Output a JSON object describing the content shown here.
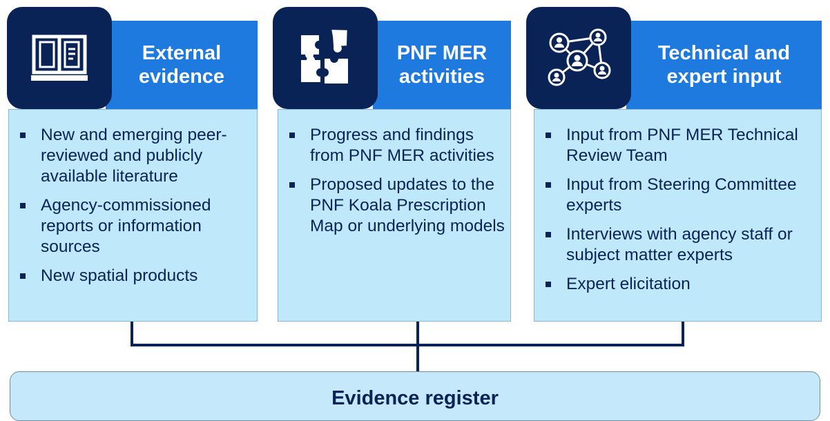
{
  "cards": [
    {
      "title_lines": [
        "External",
        "evidence"
      ],
      "icon": "open-book-icon",
      "items": [
        "New and emerging peer-reviewed and publicly available literature",
        "Agency-commissioned reports or information sources",
        "New spatial products"
      ]
    },
    {
      "title_lines": [
        "PNF MER",
        "activities"
      ],
      "icon": "puzzle-pieces-icon",
      "items": [
        "Progress and findings from PNF MER activities",
        "Proposed updates to the PNF Koala Prescription Map or underlying models"
      ]
    },
    {
      "title_lines": [
        "Technical and",
        "expert input"
      ],
      "icon": "people-network-icon",
      "items": [
        "Input from PNF MER Technical Review Team",
        "Input from Steering Committee experts",
        "Interviews with agency staff or subject matter experts",
        "Expert elicitation"
      ]
    }
  ],
  "register": {
    "title": "Evidence register"
  },
  "colors": {
    "header_blue": "#1f7ae0",
    "navy": "#0a2357",
    "card_body": "#bfe8fb",
    "register_fill": "#c5e9fb"
  }
}
